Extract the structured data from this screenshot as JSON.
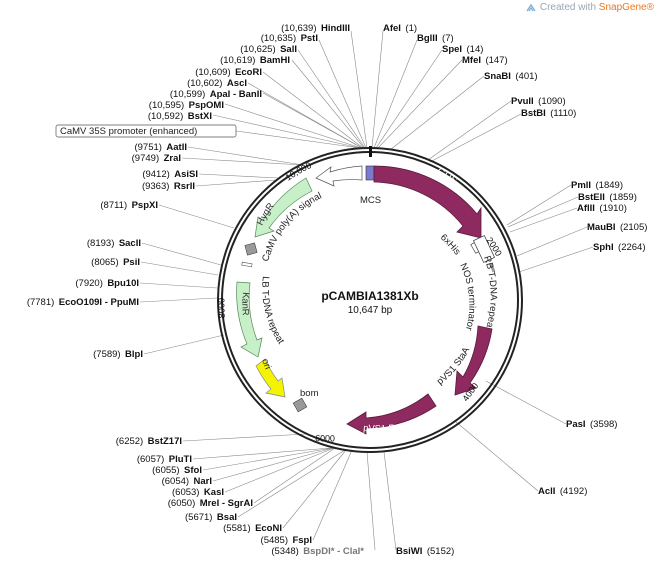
{
  "watermark": {
    "prefix": "Created with ",
    "brand": "SnapGene",
    "suffix": "®",
    "icon": "snapgene-logo-icon"
  },
  "plasmid": {
    "name": "pCAMBIA1381Xb",
    "length_label": "10,647 bp"
  },
  "promoter_box": "CaMV 35S promoter (enhanced)",
  "ticks": [
    "10,000",
    "2000",
    "4000",
    "6000",
    "8000"
  ],
  "features": {
    "mcs": "MCS",
    "gus": "GUS",
    "six_his": "6xHis",
    "nos": "NOS terminator",
    "rb": "RB T-DNA repeat",
    "pvs1_stab": "pVS1 StaA",
    "pvs1_repa": "pVS1 RepA",
    "bom": "bom",
    "ori": "ori",
    "kanr": "KanR",
    "lb": "LB T-DNA repeat",
    "camv_polya": "CaMV poly(A) signal",
    "hygr": "HygR"
  },
  "sites": [
    {
      "pos": "(10,639)",
      "name": "HindIII"
    },
    {
      "pos": "(10,635)",
      "name": "PstI"
    },
    {
      "pos": "(10,625)",
      "name": "SalI"
    },
    {
      "pos": "(10,619)",
      "name": "BamHI"
    },
    {
      "pos": "(10,609)",
      "name": "EcoRI"
    },
    {
      "pos": "(10,602)",
      "name": "AscI"
    },
    {
      "pos": "(10,599)",
      "name": "ApaI - BanII"
    },
    {
      "pos": "(10,595)",
      "name": "PspOMI"
    },
    {
      "pos": "(10,592)",
      "name": "BstXI"
    },
    {
      "pos": "(9751)",
      "name": "AatII"
    },
    {
      "pos": "(9749)",
      "name": "ZraI"
    },
    {
      "pos": "(9412)",
      "name": "AsiSI"
    },
    {
      "pos": "(9363)",
      "name": "RsrII"
    },
    {
      "pos": "(8711)",
      "name": "PspXI"
    },
    {
      "pos": "(8193)",
      "name": "SacII"
    },
    {
      "pos": "(8065)",
      "name": "PsiI"
    },
    {
      "pos": "(7920)",
      "name": "Bpu10I"
    },
    {
      "pos": "(7781)",
      "name": "EcoO109I - PpuMI"
    },
    {
      "pos": "(7589)",
      "name": "BlpI"
    },
    {
      "pos": "(6252)",
      "name": "BstZ17I"
    },
    {
      "pos": "(6057)",
      "name": "PluTI"
    },
    {
      "pos": "(6055)",
      "name": "SfoI"
    },
    {
      "pos": "(6054)",
      "name": "NarI"
    },
    {
      "pos": "(6053)",
      "name": "KasI"
    },
    {
      "pos": "(6050)",
      "name": "MreI - SgrAI"
    },
    {
      "pos": "(5671)",
      "name": "BsaI"
    },
    {
      "pos": "(5581)",
      "name": "EcoNI"
    },
    {
      "pos": "(5485)",
      "name": "FspI"
    },
    {
      "pos": "(5348)",
      "name": "BspDI* - ClaI*"
    },
    {
      "name": "AfeI",
      "pos": "(1)"
    },
    {
      "name": "BglII",
      "pos": "(7)"
    },
    {
      "name": "SpeI",
      "pos": "(14)"
    },
    {
      "name": "MfeI",
      "pos": "(147)"
    },
    {
      "name": "SnaBI",
      "pos": "(401)"
    },
    {
      "name": "PvuII",
      "pos": "(1090)"
    },
    {
      "name": "BstBI",
      "pos": "(1110)"
    },
    {
      "name": "PmlI",
      "pos": "(1849)"
    },
    {
      "name": "BstEII",
      "pos": "(1859)"
    },
    {
      "name": "AflII",
      "pos": "(1910)"
    },
    {
      "name": "MauBI",
      "pos": "(2105)"
    },
    {
      "name": "SphI",
      "pos": "(2264)"
    },
    {
      "name": "PasI",
      "pos": "(3598)"
    },
    {
      "name": "AclI",
      "pos": "(4192)"
    },
    {
      "name": "BsiWI",
      "pos": "(5152)"
    }
  ]
}
